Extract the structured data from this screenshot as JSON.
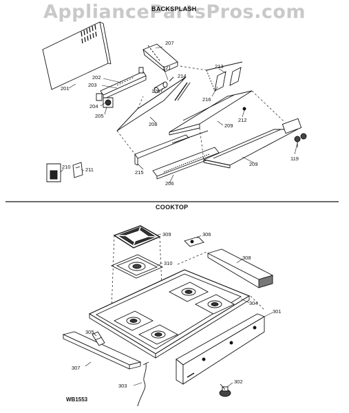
{
  "watermark": "AppliancePartsPros.com",
  "sections": {
    "backsplash": "BACKSPLASH",
    "cooktop": "COOKTOP"
  },
  "drawing_id": "WB1553",
  "labels": {
    "p201": "201",
    "p202": "202",
    "p203": "203",
    "p204": "204",
    "p205": "205",
    "p206": "206",
    "p207": "207",
    "p208": "208",
    "p209a": "209",
    "p209b": "209",
    "p210": "210",
    "p211": "211",
    "p212": "212",
    "p213": "213",
    "p214": "214",
    "p215": "215",
    "p216": "216",
    "p119": "119",
    "p120": "120",
    "p121": "121",
    "p301": "301",
    "p302": "302",
    "p303": "303",
    "p304": "304",
    "p305": "305",
    "p306": "306",
    "p307": "307",
    "p308": "308",
    "p309": "309",
    "p310": "310"
  }
}
